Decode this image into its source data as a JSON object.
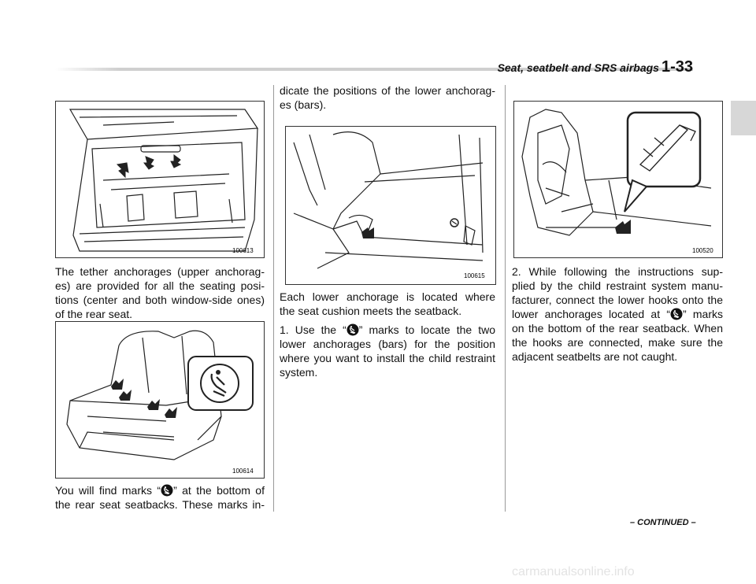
{
  "header": {
    "section_title": "Seat, seatbelt and SRS airbags",
    "page_number": "1-33"
  },
  "column1": {
    "figure1_code": "100613",
    "paragraph1": [
      "The tether anchorages (upper anchorag-",
      "es) are provided for all the seating posi-",
      "tions (center and both window-side ones)",
      "of the rear seat."
    ],
    "figure2_code": "100614",
    "paragraph2": {
      "line1_before": "You will find marks “",
      "line1_after": "” at the bottom of",
      "line2": "the rear seat seatbacks. These marks in-"
    }
  },
  "column2": {
    "paragraph1": [
      "dicate the positions of the lower anchorag-",
      "es (bars)."
    ],
    "figure_code": "100615",
    "paragraph2": [
      "Each lower anchorage is located where",
      "the seat cushion meets the seatback."
    ],
    "step1": {
      "line1_before": "1.  Use the “",
      "line1_after": "” marks to locate the two",
      "line2": "lower anchorages (bars) for the position",
      "line3": "where you want to install the child restraint",
      "line4": "system."
    }
  },
  "column3": {
    "figure_code": "100520",
    "step2": {
      "line1": "2.  While following the instructions sup-",
      "line2": "plied by the child restraint system manu-",
      "line3": "facturer, connect the lower hooks onto the",
      "line4_before": "lower anchorages located at “",
      "line4_after": "” marks",
      "line5": "on the bottom of the rear seatback. When",
      "line6": "the hooks are connected, make sure the",
      "line7": "adjacent seatbelts are not caught."
    }
  },
  "footer": {
    "continued": "– CONTINUED –",
    "watermark": "carmanualsonline.info"
  }
}
